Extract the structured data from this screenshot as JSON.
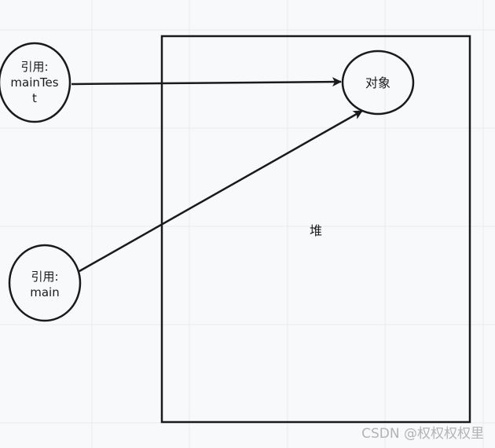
{
  "diagram": {
    "heap_label": "堆",
    "object_label": "对象",
    "ref_main_test_label": "引用:\nmainTes\nt",
    "ref_main_label": "引用:\nmain"
  },
  "watermark": "CSDN @权权权权里",
  "colors": {
    "background": "#f8f9fa",
    "grid": "#e9eaec",
    "stroke": "#1a1a1a",
    "watermark": "#b3b3b3"
  }
}
